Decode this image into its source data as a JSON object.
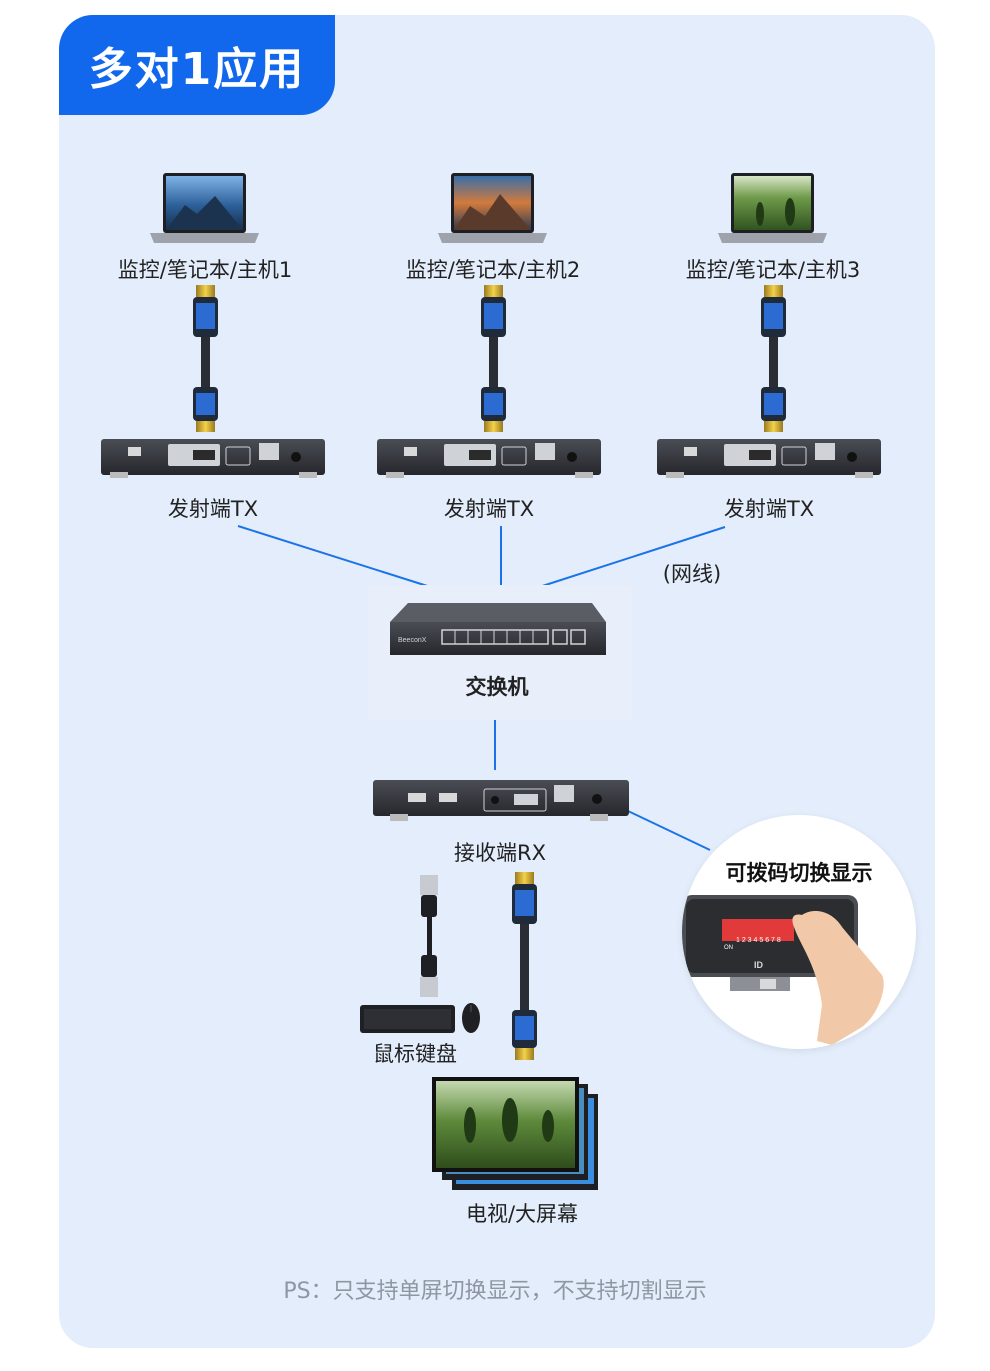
{
  "header": {
    "title": "多对1应用"
  },
  "sources": [
    {
      "label": "监控/笔记本/主机1",
      "tx_label": "发射端TX"
    },
    {
      "label": "监控/笔记本/主机2",
      "tx_label": "发射端TX"
    },
    {
      "label": "监控/笔记本/主机3",
      "tx_label": "发射端TX"
    }
  ],
  "network_label": "(网线)",
  "switch": {
    "label": "交换机",
    "brand": "BeeconX"
  },
  "receiver": {
    "label": "接收端RX"
  },
  "dip_switch": {
    "label": "可拨码切换显示",
    "on_text": "ON",
    "numbers": "1 2 3 4 5 6 7 8",
    "id_text": "ID"
  },
  "peripherals": {
    "label": "鼠标键盘"
  },
  "display": {
    "label": "电视/大屏幕"
  },
  "footer": {
    "note": "PS：只支持单屏切换显示，不支持切割显示"
  },
  "colors": {
    "accent": "#1168ec",
    "card_bg": "#e3edfb",
    "connector_line": "#1a73e8"
  }
}
